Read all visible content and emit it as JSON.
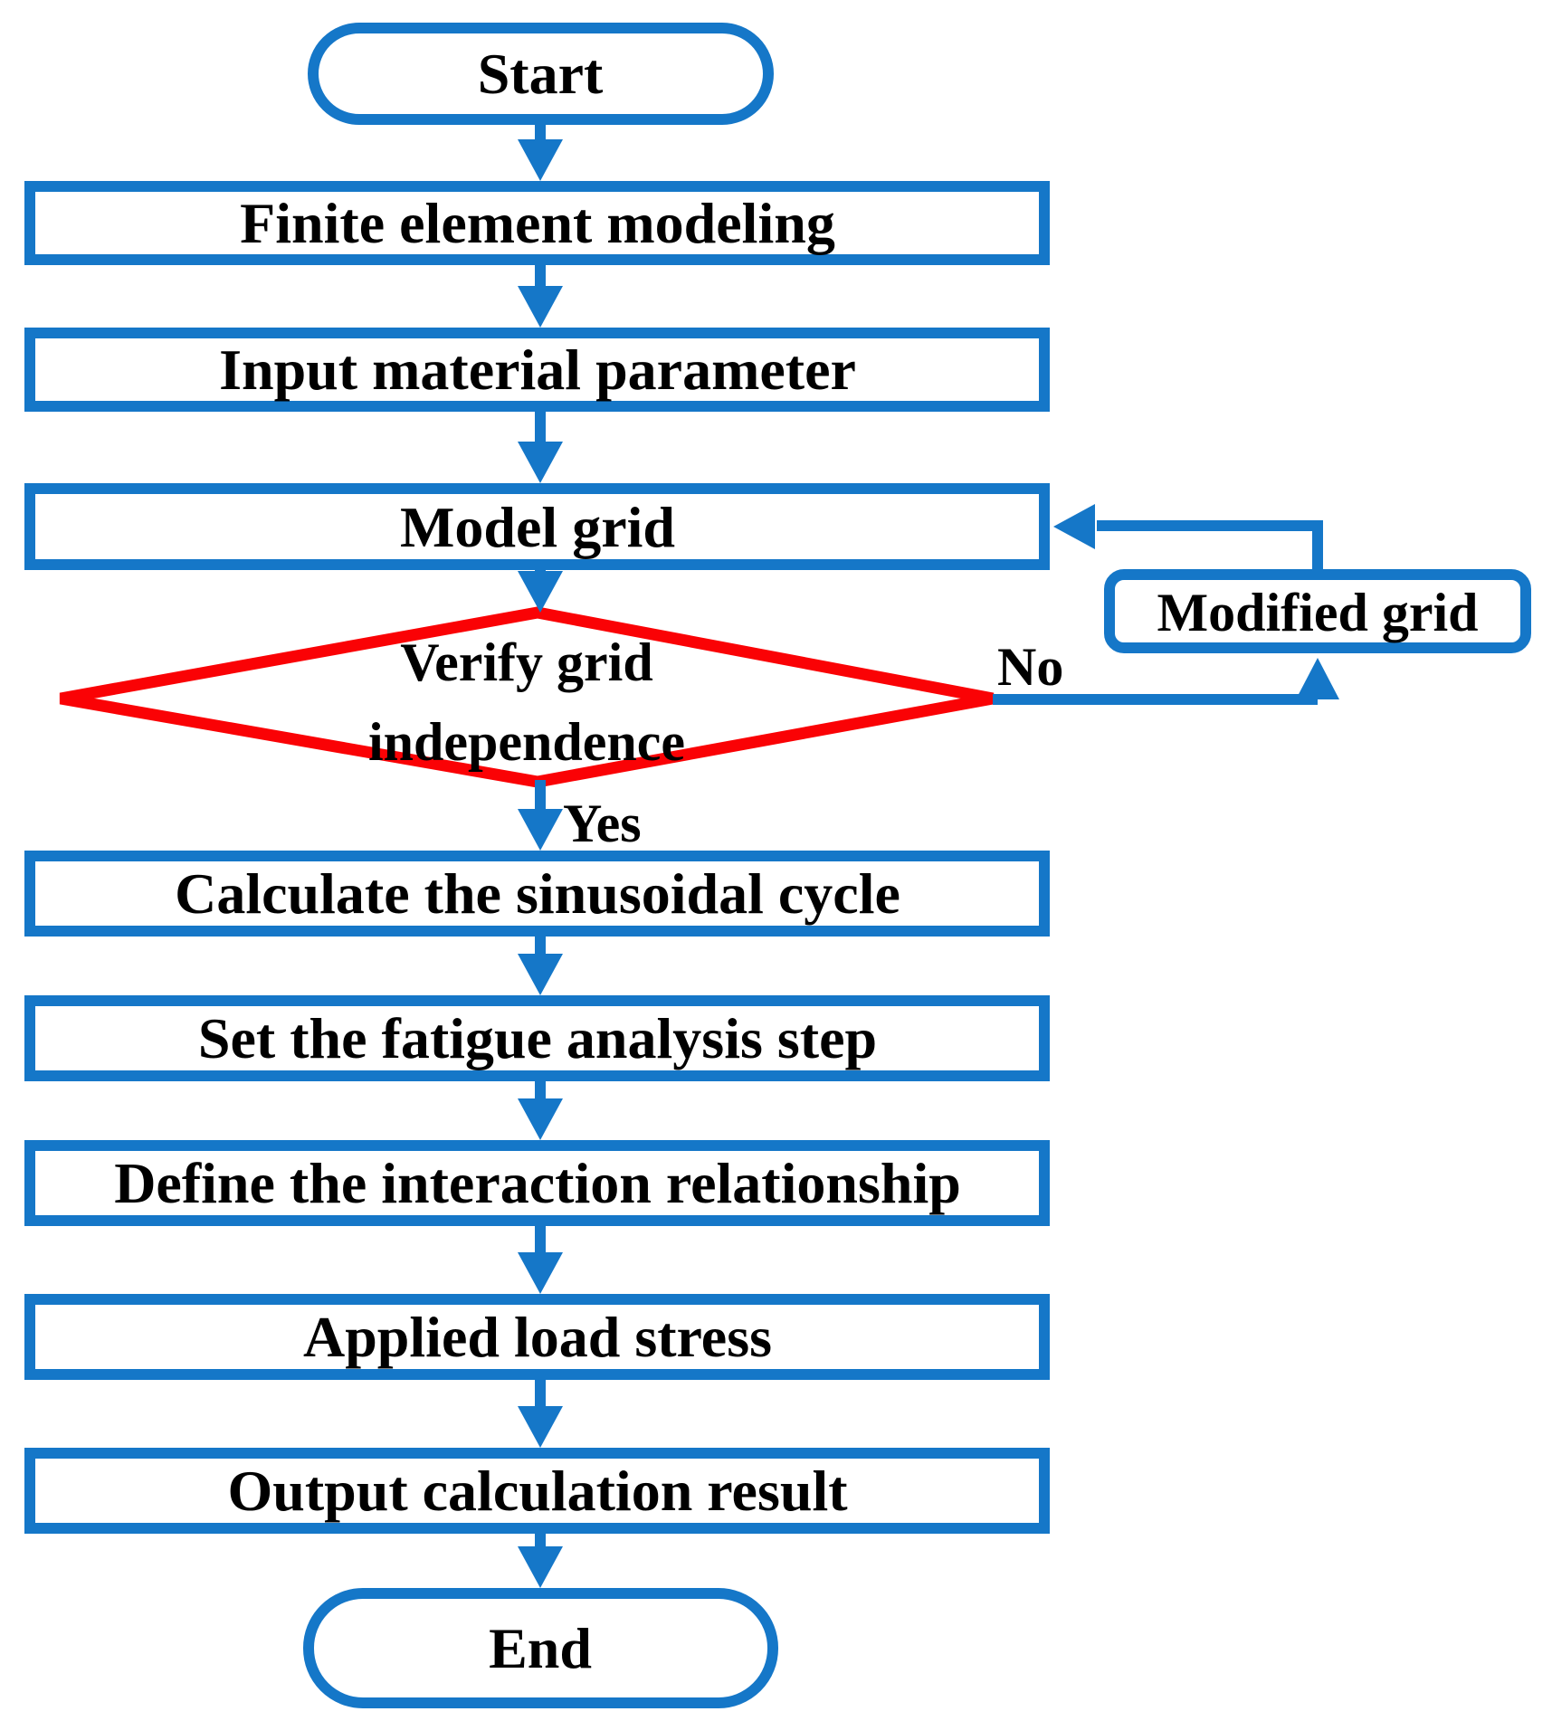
{
  "diagram": {
    "type": "flowchart",
    "colors": {
      "blue": "#1577C8",
      "red": "#FA0205",
      "text": "#000000",
      "background": "#FFFFFF"
    },
    "nodes": {
      "start": {
        "shape": "stadium",
        "label": "Start"
      },
      "finite_element": {
        "shape": "rectangle",
        "label": "Finite element modeling"
      },
      "input_material": {
        "shape": "rectangle",
        "label": "Input material parameter"
      },
      "model_grid": {
        "shape": "rectangle",
        "label": "Model grid"
      },
      "verify_grid": {
        "shape": "diamond",
        "label_line1": "Verify grid",
        "label_line2": "independence"
      },
      "modified_grid": {
        "shape": "rounded-rectangle",
        "label": "Modified grid"
      },
      "calculate_sinusoidal": {
        "shape": "rectangle",
        "label": "Calculate the sinusoidal cycle"
      },
      "set_fatigue": {
        "shape": "rectangle",
        "label": "Set the fatigue analysis step"
      },
      "define_interaction": {
        "shape": "rectangle",
        "label": "Define the interaction relationship"
      },
      "applied_load": {
        "shape": "rectangle",
        "label": "Applied load stress"
      },
      "output_result": {
        "shape": "rectangle",
        "label": "Output calculation result"
      },
      "end": {
        "shape": "stadium",
        "label": "End"
      }
    },
    "edge_labels": {
      "yes": "Yes",
      "no": "No"
    },
    "edges": [
      {
        "from": "start",
        "to": "finite_element"
      },
      {
        "from": "finite_element",
        "to": "input_material"
      },
      {
        "from": "input_material",
        "to": "model_grid"
      },
      {
        "from": "model_grid",
        "to": "verify_grid"
      },
      {
        "from": "verify_grid",
        "to": "modified_grid",
        "label": "No"
      },
      {
        "from": "modified_grid",
        "to": "model_grid"
      },
      {
        "from": "verify_grid",
        "to": "calculate_sinusoidal",
        "label": "Yes"
      },
      {
        "from": "calculate_sinusoidal",
        "to": "set_fatigue"
      },
      {
        "from": "set_fatigue",
        "to": "define_interaction"
      },
      {
        "from": "define_interaction",
        "to": "applied_load"
      },
      {
        "from": "applied_load",
        "to": "output_result"
      },
      {
        "from": "output_result",
        "to": "end"
      }
    ]
  }
}
